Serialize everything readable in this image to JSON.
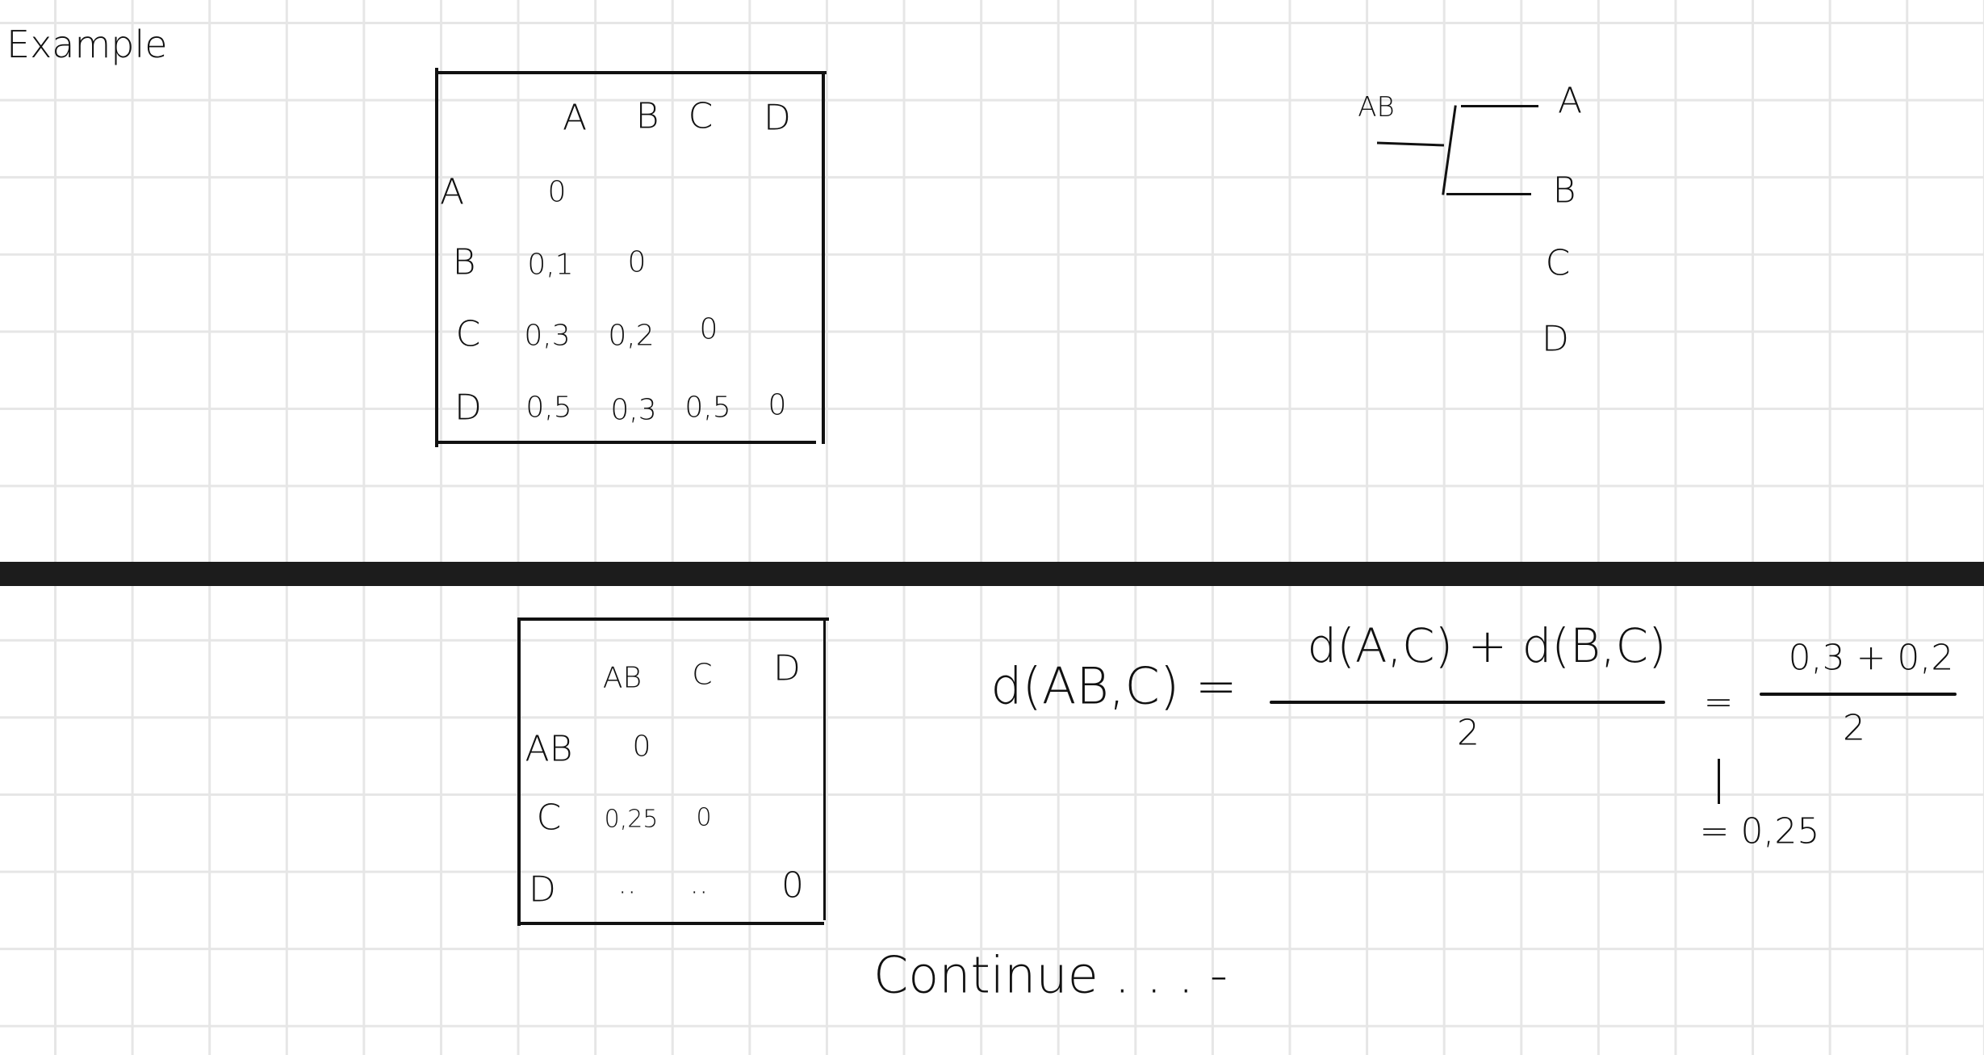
{
  "title": "Example",
  "matrix1": {
    "col_headers": [
      "A",
      "B",
      "C",
      "D"
    ],
    "rows": [
      {
        "label": "A",
        "values": [
          "0",
          "",
          "",
          ""
        ]
      },
      {
        "label": "B",
        "values": [
          "0,1",
          "0",
          "",
          ""
        ]
      },
      {
        "label": "C",
        "values": [
          "0,3",
          "0,2",
          "0",
          ""
        ]
      },
      {
        "label": "D",
        "values": [
          "0,5",
          "0,3",
          "0,5",
          "0"
        ]
      }
    ]
  },
  "dendrogram": {
    "cluster_label": "AB",
    "leaves": [
      "A",
      "B",
      "C",
      "D"
    ]
  },
  "matrix2": {
    "col_headers": [
      "AB",
      "C",
      "D"
    ],
    "rows": [
      {
        "label": "AB",
        "values": [
          "0",
          "",
          ""
        ]
      },
      {
        "label": "C",
        "values": [
          "0,25",
          "0",
          ""
        ]
      },
      {
        "label": "D",
        "values": [
          "..",
          "..",
          "0"
        ]
      }
    ]
  },
  "formula": {
    "lhs": "d(AB,C) =",
    "numerator": "d(A,C) + d(B,C)",
    "denominator": "2",
    "equals": "=",
    "numerator2": "0,3 + 0,2",
    "denominator2": "2",
    "result": "= 0,25"
  },
  "footer_note": "Continue . . . -"
}
